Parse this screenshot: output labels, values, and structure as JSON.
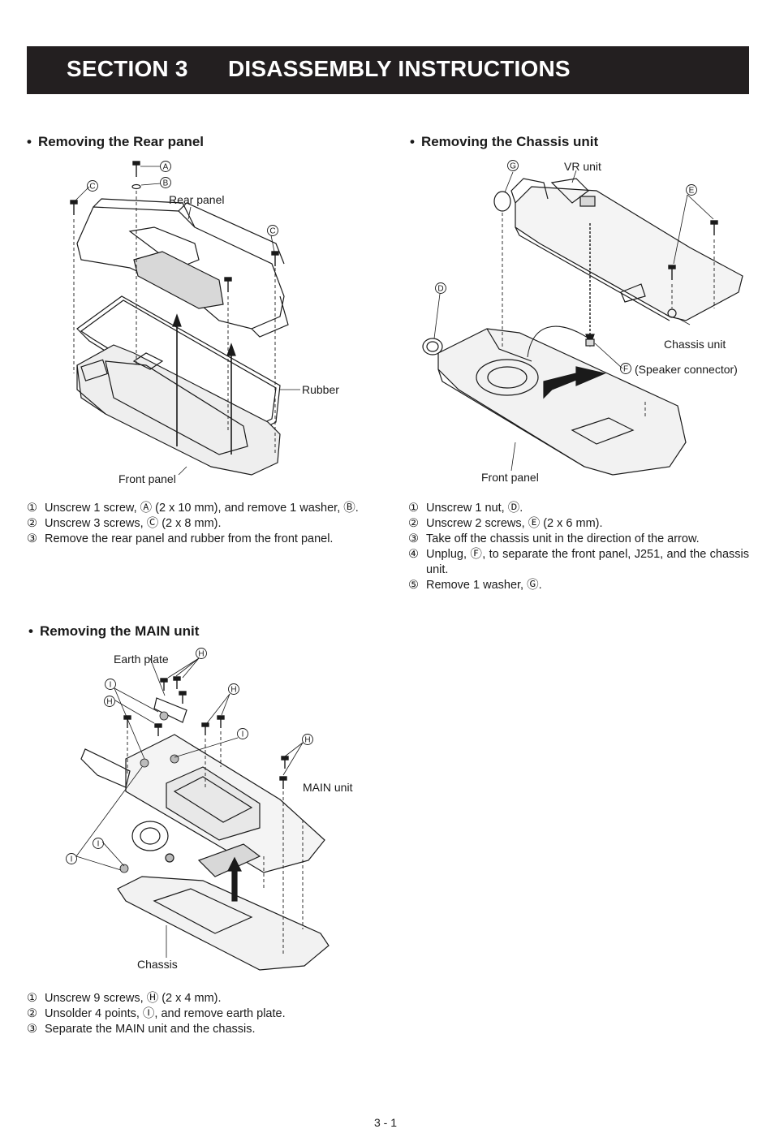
{
  "header": {
    "section": "SECTION 3",
    "title": "DISASSEMBLY INSTRUCTIONS"
  },
  "rear_panel": {
    "heading": "Removing the Rear panel",
    "labels": {
      "a": "A",
      "b": "B",
      "c": "C",
      "rear_panel": "Rear panel",
      "rubber": "Rubber",
      "front_panel": "Front panel"
    },
    "steps": [
      {
        "num": "①",
        "text": "Unscrew 1 screw, Ⓐ (2 x 10 mm), and remove 1 washer, Ⓑ."
      },
      {
        "num": "②",
        "text": "Unscrew 3 screws, Ⓒ  (2 x 8 mm)."
      },
      {
        "num": "③",
        "text": "Remove the rear panel and rubber from the front panel."
      }
    ]
  },
  "chassis_unit": {
    "heading": "Removing the Chassis unit",
    "labels": {
      "g": "G",
      "d": "D",
      "e": "E",
      "f": "F",
      "vr_unit": "VR unit",
      "chassis_unit": "Chassis unit",
      "speaker_connector": "(Speaker connector)",
      "front_panel": "Front panel"
    },
    "steps": [
      {
        "num": "①",
        "text": "Unscrew 1 nut, Ⓓ."
      },
      {
        "num": "②",
        "text": "Unscrew 2 screws, Ⓔ  (2 x 6 mm)."
      },
      {
        "num": "③",
        "text": "Take off the chassis unit in the direction of the arrow."
      },
      {
        "num": "④",
        "text": "Unplug, Ⓕ, to separate the front panel, J251, and the chassis unit."
      },
      {
        "num": "⑤",
        "text": "Remove 1 washer, Ⓖ."
      }
    ]
  },
  "main_unit": {
    "heading": "Removing the MAIN unit",
    "labels": {
      "h": "H",
      "i": "I",
      "earth_plate": "Earth plate",
      "main_unit": "MAIN unit",
      "chassis": "Chassis"
    },
    "steps": [
      {
        "num": "①",
        "text": "Unscrew 9 screws, Ⓗ  (2 x 4 mm)."
      },
      {
        "num": "②",
        "text": "Unsolder 4 points, Ⓘ, and remove earth plate."
      },
      {
        "num": "③",
        "text": "Separate the MAIN unit and the chassis."
      }
    ]
  },
  "footer": {
    "page_number": "3 - 1"
  }
}
